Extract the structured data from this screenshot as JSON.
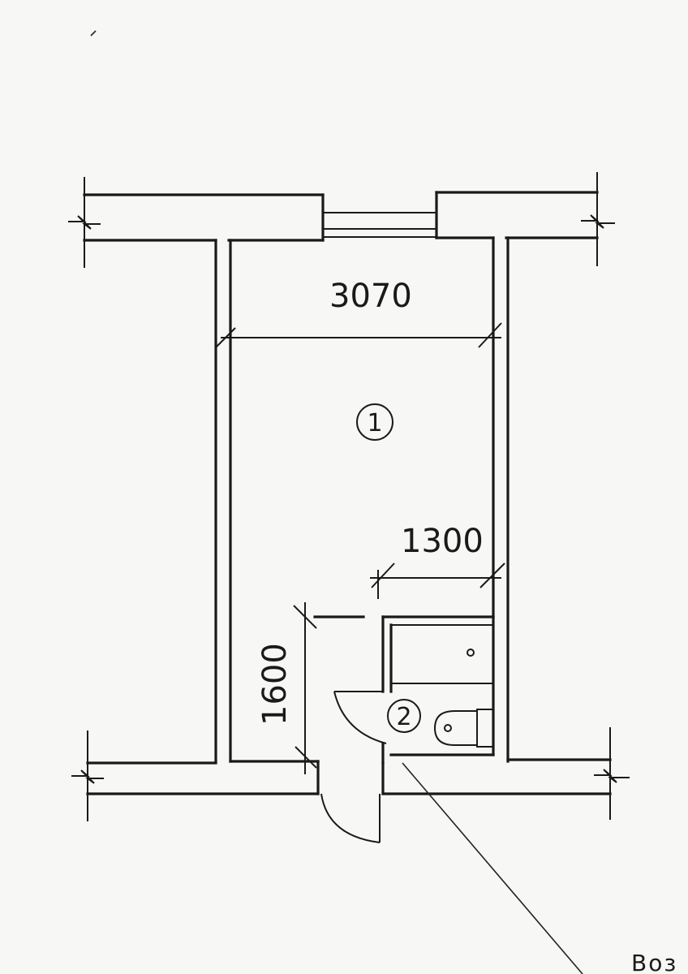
{
  "dimensions": {
    "room_width": "3070",
    "bath_width": "1300",
    "corridor_length": "1600"
  },
  "room_marks": {
    "main_room": "1",
    "bathroom": "2"
  },
  "callout": {
    "text": "Воз"
  },
  "colors": {
    "ink": "#1a1a1a",
    "paper": "#f7f7f5"
  }
}
